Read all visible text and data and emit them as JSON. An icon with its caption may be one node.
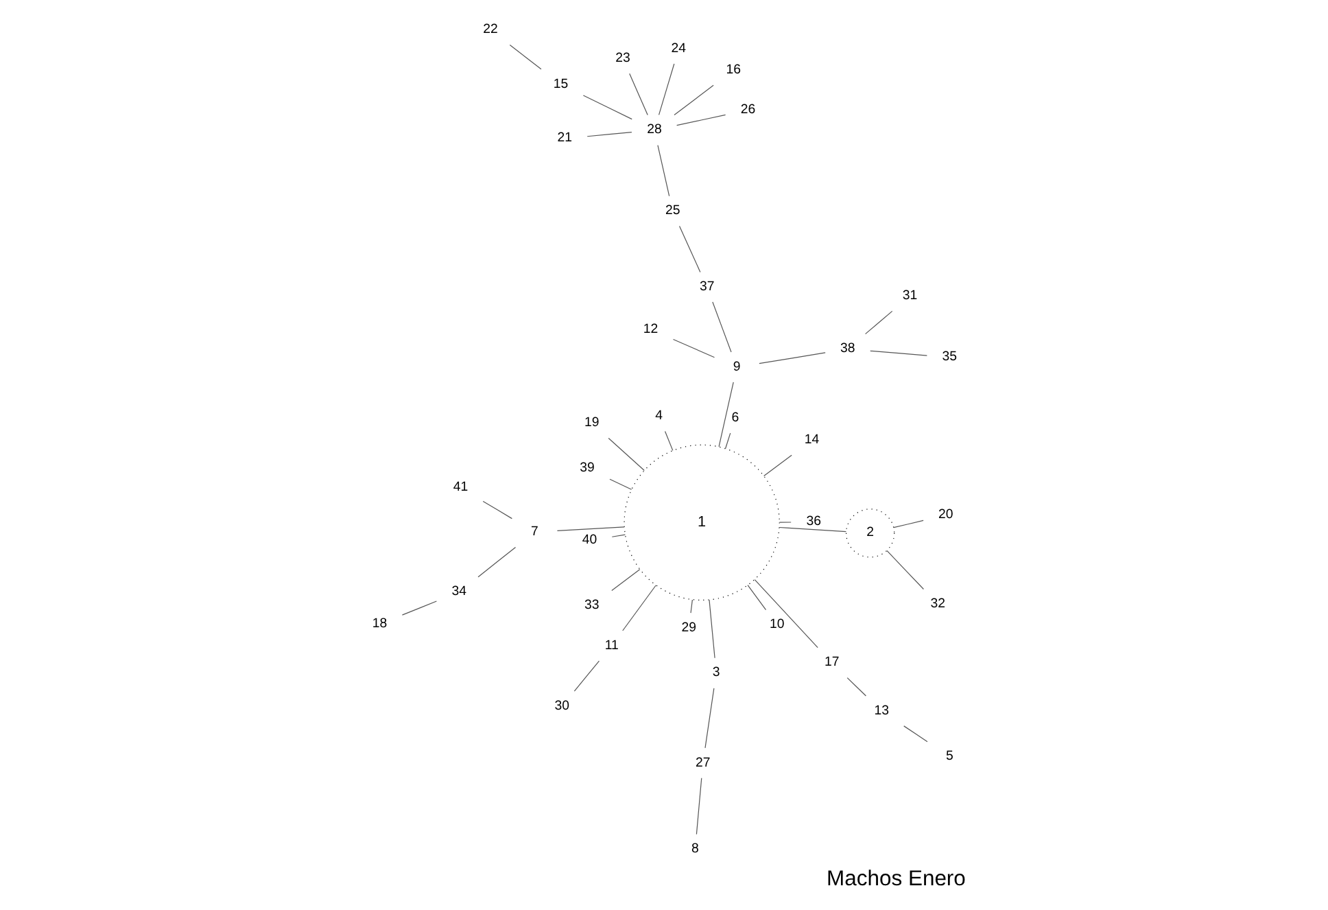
{
  "diagram": {
    "title": "Machos Enero",
    "nodes": [
      {
        "text": [
          "1"
        ]
      },
      {
        "text": [
          "2"
        ]
      },
      {
        "text": [
          "3"
        ]
      },
      {
        "text": [
          "4"
        ]
      },
      {
        "text": [
          "5"
        ]
      },
      {
        "text": [
          "6"
        ]
      },
      {
        "text": [
          "7"
        ]
      },
      {
        "text": [
          "8"
        ]
      },
      {
        "text": [
          "9"
        ]
      },
      {
        "text": [
          "10"
        ]
      },
      {
        "text": [
          "11"
        ]
      },
      {
        "text": [
          "12"
        ]
      },
      {
        "text": [
          "13"
        ]
      },
      {
        "text": [
          "14"
        ]
      },
      {
        "text": [
          "15"
        ]
      },
      {
        "text": [
          "16"
        ]
      },
      {
        "text": [
          "17"
        ]
      },
      {
        "text": [
          "18"
        ]
      },
      {
        "text": [
          "19"
        ]
      },
      {
        "text": [
          "20"
        ]
      },
      {
        "text": [
          "21"
        ]
      },
      {
        "text": [
          "22"
        ]
      },
      {
        "text": [
          "23"
        ]
      },
      {
        "text": [
          "24"
        ]
      },
      {
        "text": [
          "25"
        ]
      },
      {
        "text": [
          "26"
        ]
      },
      {
        "text": [
          "27"
        ]
      },
      {
        "text": [
          "28"
        ]
      },
      {
        "text": [
          "29"
        ]
      },
      {
        "text": [
          "30"
        ]
      },
      {
        "text": [
          "31"
        ]
      },
      {
        "text": [
          "32"
        ]
      },
      {
        "text": [
          "33"
        ]
      },
      {
        "text": [
          "34"
        ]
      },
      {
        "text": [
          "35"
        ]
      },
      {
        "text": [
          "36"
        ]
      },
      {
        "text": [
          "37"
        ]
      },
      {
        "text": [
          "38"
        ]
      },
      {
        "text": [
          "39"
        ]
      },
      {
        "text": [
          "40"
        ]
      },
      {
        "text": [
          "41"
        ]
      }
    ],
    "edges": [
      {
        "from": 0,
        "to": 13,
        "arrow": "none"
      },
      {
        "from": 0,
        "to": 28,
        "arrow": "none"
      },
      {
        "from": 0,
        "to": 6,
        "arrow": "none"
      },
      {
        "from": 6,
        "to": 40,
        "arrow": "none"
      },
      {
        "from": 6,
        "to": 33,
        "arrow": "none"
      },
      {
        "from": 33,
        "to": 17,
        "arrow": "none"
      },
      {
        "from": 0,
        "to": 3,
        "arrow": "none"
      },
      {
        "from": 0,
        "to": 8,
        "arrow": "none"
      },
      {
        "from": 8,
        "to": 11,
        "arrow": "none"
      },
      {
        "from": 8,
        "to": 37,
        "arrow": "none"
      },
      {
        "from": 37,
        "to": 30,
        "arrow": "none"
      },
      {
        "from": 37,
        "to": 34,
        "arrow": "none"
      },
      {
        "from": 8,
        "to": 36,
        "arrow": "none"
      },
      {
        "from": 36,
        "to": 24,
        "arrow": "none"
      },
      {
        "from": 24,
        "to": 27,
        "arrow": "none"
      },
      {
        "from": 27,
        "to": 20,
        "arrow": "none"
      },
      {
        "from": 27,
        "to": 25,
        "arrow": "none"
      },
      {
        "from": 27,
        "to": 15,
        "arrow": "none"
      },
      {
        "from": 27,
        "to": 14,
        "arrow": "none"
      },
      {
        "from": 14,
        "to": 21,
        "arrow": "none"
      },
      {
        "from": 27,
        "to": 23,
        "arrow": "none"
      },
      {
        "from": 27,
        "to": 22,
        "arrow": "none"
      },
      {
        "from": 0,
        "to": 35,
        "arrow": "none"
      },
      {
        "from": 0,
        "to": 38,
        "arrow": "none"
      },
      {
        "from": 0,
        "to": 5,
        "arrow": "none"
      },
      {
        "from": 0,
        "to": 10,
        "arrow": "none"
      },
      {
        "from": 10,
        "to": 29,
        "arrow": "none"
      },
      {
        "from": 0,
        "to": 18,
        "arrow": "none"
      },
      {
        "from": 0,
        "to": 16,
        "arrow": "none"
      },
      {
        "from": 16,
        "to": 12,
        "arrow": "none"
      },
      {
        "from": 12,
        "to": 4,
        "arrow": "none"
      },
      {
        "from": 0,
        "to": 9,
        "arrow": "none"
      },
      {
        "from": 0,
        "to": 1,
        "arrow": "none"
      },
      {
        "from": 1,
        "to": 31,
        "arrow": "none"
      },
      {
        "from": 1,
        "to": 19,
        "arrow": "none"
      },
      {
        "from": 0,
        "to": 32,
        "arrow": "none"
      },
      {
        "from": 0,
        "to": 39,
        "arrow": "none"
      },
      {
        "from": 0,
        "to": 2,
        "arrow": "none"
      },
      {
        "from": 2,
        "to": 26,
        "arrow": "none"
      },
      {
        "from": 26,
        "to": 7,
        "arrow": "none"
      }
    ]
  }
}
